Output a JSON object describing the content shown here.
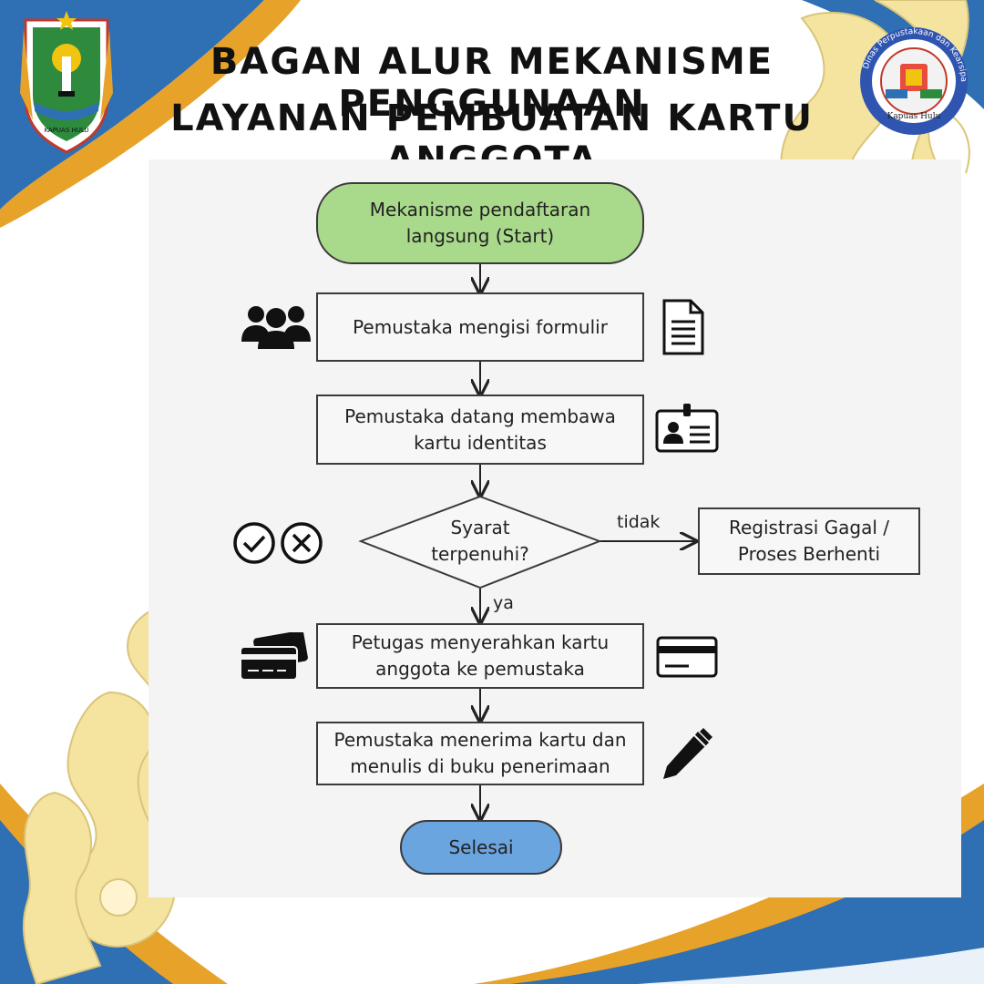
{
  "header": {
    "title_line1": "BAGAN ALUR MEKANISME PENGGUNAAN",
    "title_line2": "LAYANAN PEMBUATAN KARTU ANGGOTA"
  },
  "logos": {
    "left": {
      "emblem_text": "KAPUAS HULU"
    },
    "right": {
      "ring_text": "Dinas Perpustakaan dan Kearsipan",
      "bottom_text": "Kapuas Hulu"
    }
  },
  "colors": {
    "blue": "#2f6fb3",
    "orange": "#e7a22a",
    "ornament_fill": "#f5e3a0",
    "start_fill": "#a9d98b",
    "end_fill": "#6aa5e0"
  },
  "flowchart": {
    "start": "Mekanisme pendaftaran\nlangsung (Start)",
    "step1": "Pemustaka mengisi formulir",
    "step2": "Pemustaka datang membawa\nkartu identitas",
    "decision": "Syarat\nterpenuhi?",
    "label_no": "tidak",
    "fail": "Registrasi Gagal /\nProses Berhenti",
    "label_yes": "ya",
    "step3": "Petugas menyerahkan kartu\nanggota ke pemustaka",
    "step4": "Pemustaka menerima kartu dan\nmenulis di buku penerimaan",
    "end": "Selesai"
  },
  "icons": [
    "people-icon",
    "document-icon",
    "id-card-icon",
    "check-circle-icon",
    "x-circle-icon",
    "cards-icon",
    "credit-card-icon",
    "pen-icon"
  ]
}
